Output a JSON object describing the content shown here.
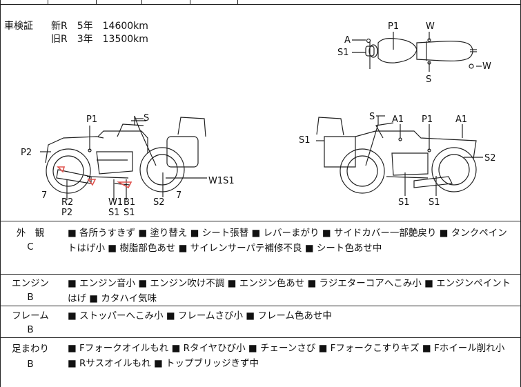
{
  "inspection": {
    "label": "車検証",
    "new_line": "新R　5年　14600km",
    "old_line": "旧R　3年　13500km"
  },
  "diagram_labels": {
    "top": [
      "P1",
      "W",
      "A",
      "S1",
      "W",
      "S"
    ],
    "left_side": [
      "S",
      "P1",
      "P2",
      "W1S1",
      "7",
      "7",
      "R2",
      "P2",
      "W1",
      "B1",
      "S1",
      "S1",
      "S2"
    ],
    "right_side": [
      "S",
      "A1",
      "P1",
      "A1",
      "S1",
      "S2",
      "S1",
      "S1"
    ]
  },
  "sections": [
    {
      "name": "外　観",
      "grade": "C",
      "text": "■ 各所うすきず ■ 塗り替え ■ シート張替 ■ レバーまがり ■ サイドカバー一部艶戻り ■ タンクペイントはげ小 ■ 樹脂部色あせ ■ サイレンサーパテ補修不良 ■ シート色あせ中"
    },
    {
      "name": "エンジン",
      "grade": "B",
      "text": "■ エンジン音小 ■ エンジン吹け不調 ■ エンジン色あせ ■ ラジエターコアへこみ小 ■ エンジンペイントはげ ■ カタハイ気味"
    },
    {
      "name": "フレーム",
      "grade": "B",
      "text": "■ ストッパーへこみ小 ■ フレームさび小 ■ フレーム色あせ中"
    },
    {
      "name": "足まわり",
      "grade": "B",
      "text": "■ Fフォークオイルもれ ■ Rタイヤひび小 ■ チェーンさび ■ Fフォークこすりキズ ■ Fホイール削れ小 ■ Rサスオイルもれ ■ トップブリッジきず中"
    }
  ]
}
